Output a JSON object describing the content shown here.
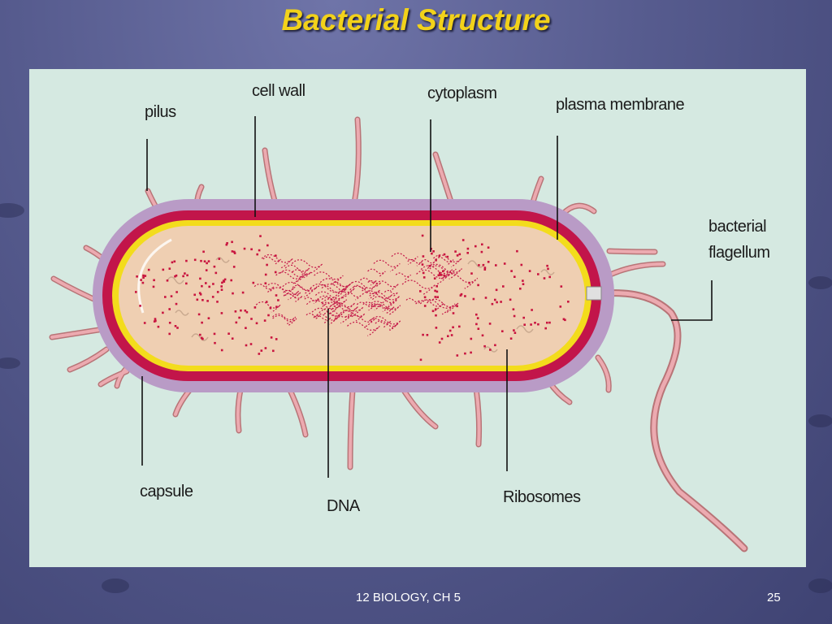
{
  "slide": {
    "title": "Bacterial Structure",
    "footer": "12 BIOLOGY, CH 5",
    "page_number": "25"
  },
  "diagram": {
    "labels": {
      "pilus": "pilus",
      "cell_wall": "cell wall",
      "cytoplasm": "cytoplasm",
      "plasma_membrane": "plasma membrane",
      "bacterial_flagellum": "bacterial\nflagellum",
      "capsule": "capsule",
      "dna": "DNA",
      "ribosomes": "Ribosomes"
    },
    "colors": {
      "panel": "#d5e9e1",
      "capsule": "#b99bc6",
      "cell_wall": "#c2154a",
      "plasma_membrane": "#f3dc1c",
      "cytoplasm": "#efcfb2",
      "ribosome": "#c8143f",
      "pili": "#e9a1a4",
      "leader_line": "#111111",
      "title": "#f2d21a"
    }
  }
}
